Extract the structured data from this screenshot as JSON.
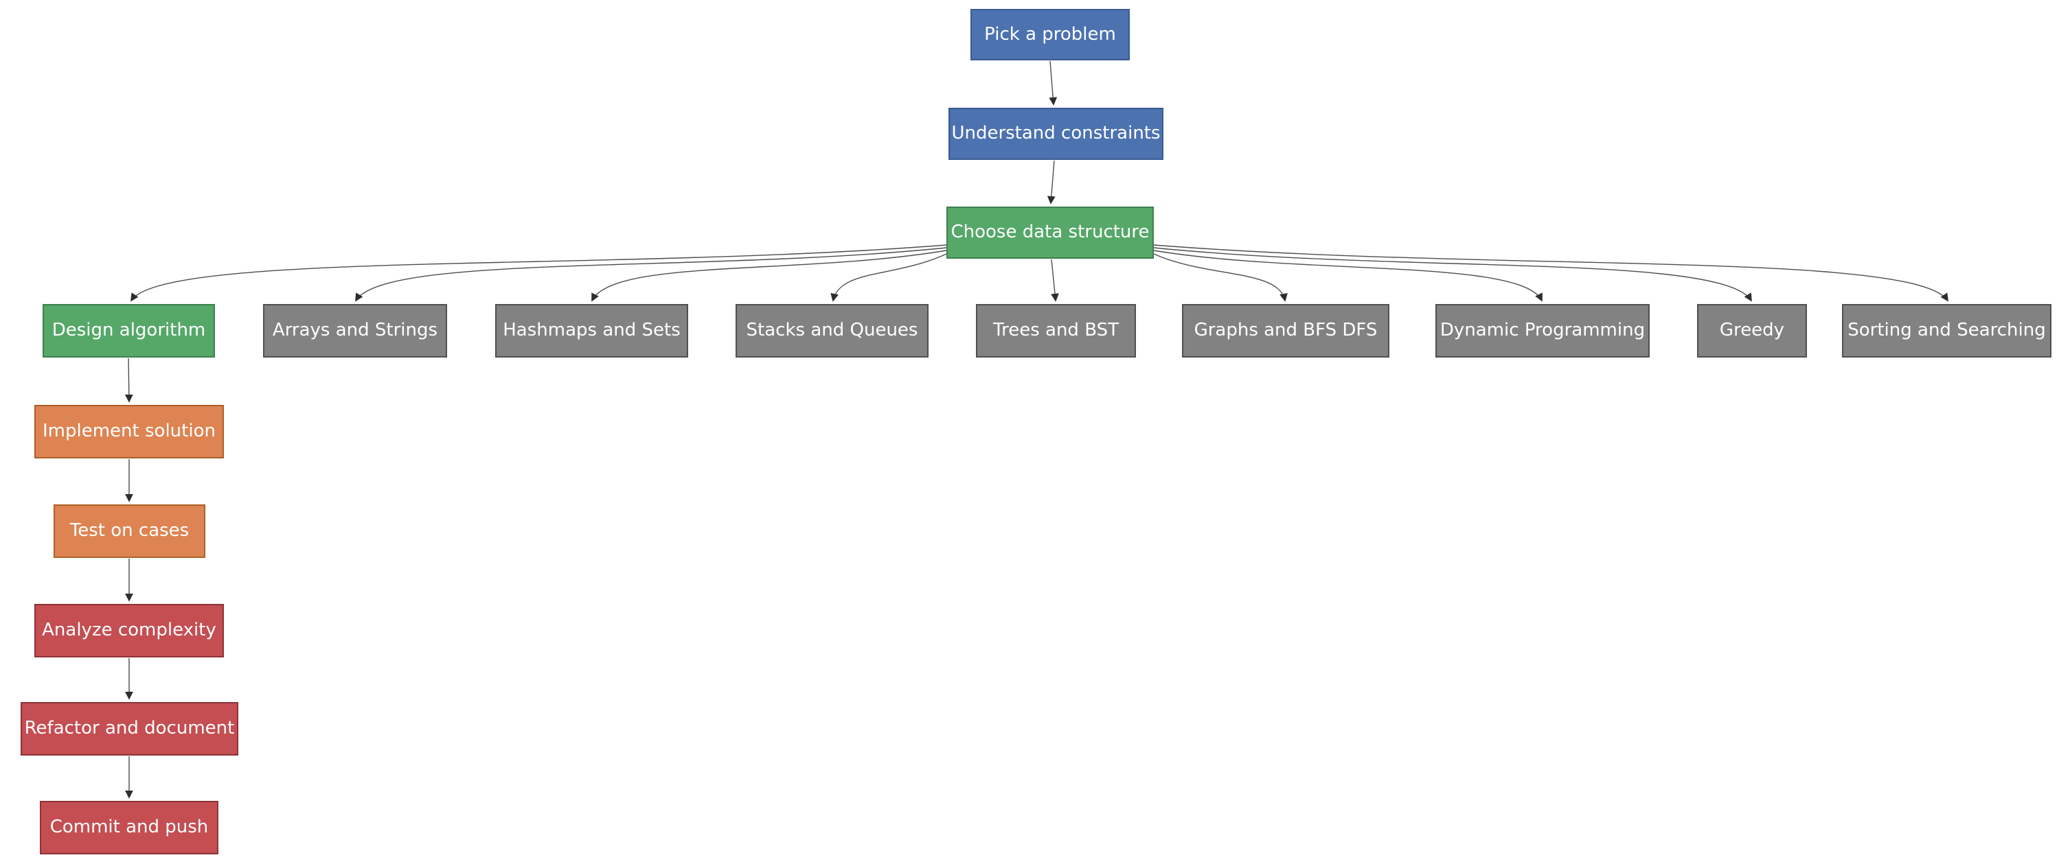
{
  "diagram": {
    "background": "#ffffff",
    "edge_color": "#4d4d4d",
    "arrow_color": "#2e2e2e",
    "text_color": "#ffffff",
    "nodes": {
      "pick": {
        "label": "Pick a problem",
        "fill": "#4c72b0",
        "stroke": "#3a5a94"
      },
      "understand": {
        "label": "Understand constraints",
        "fill": "#4c72b0",
        "stroke": "#3a5a94"
      },
      "choose": {
        "label": "Choose data structure",
        "fill": "#55a868",
        "stroke": "#3d7f4d"
      },
      "design": {
        "label": "Design algorithm",
        "fill": "#55a868",
        "stroke": "#3d7f4d"
      },
      "arrays": {
        "label": "Arrays and Strings",
        "fill": "#828282",
        "stroke": "#4f4f4f"
      },
      "hashmaps": {
        "label": "Hashmaps and Sets",
        "fill": "#828282",
        "stroke": "#4f4f4f"
      },
      "stacks": {
        "label": "Stacks and Queues",
        "fill": "#828282",
        "stroke": "#4f4f4f"
      },
      "trees": {
        "label": "Trees and BST",
        "fill": "#828282",
        "stroke": "#4f4f4f"
      },
      "graphs": {
        "label": "Graphs and BFS DFS",
        "fill": "#828282",
        "stroke": "#4f4f4f"
      },
      "dynamic": {
        "label": "Dynamic Programming",
        "fill": "#828282",
        "stroke": "#4f4f4f"
      },
      "greedy": {
        "label": "Greedy",
        "fill": "#828282",
        "stroke": "#4f4f4f"
      },
      "sorting": {
        "label": "Sorting and Searching",
        "fill": "#828282",
        "stroke": "#4f4f4f"
      },
      "implement": {
        "label": "Implement solution",
        "fill": "#dd8452",
        "stroke": "#ad5f28"
      },
      "test": {
        "label": "Test on cases",
        "fill": "#dd8452",
        "stroke": "#ad5f28"
      },
      "analyze": {
        "label": "Analyze complexity",
        "fill": "#c44e52",
        "stroke": "#8e3338"
      },
      "refactor": {
        "label": "Refactor and document",
        "fill": "#c44e52",
        "stroke": "#8e3338"
      },
      "commit": {
        "label": "Commit and push",
        "fill": "#c44e52",
        "stroke": "#8e3338"
      }
    },
    "edges": [
      {
        "from": "pick",
        "to": "understand"
      },
      {
        "from": "understand",
        "to": "choose"
      },
      {
        "from": "choose",
        "to": "design"
      },
      {
        "from": "choose",
        "to": "arrays"
      },
      {
        "from": "choose",
        "to": "hashmaps"
      },
      {
        "from": "choose",
        "to": "stacks"
      },
      {
        "from": "choose",
        "to": "trees"
      },
      {
        "from": "choose",
        "to": "graphs"
      },
      {
        "from": "choose",
        "to": "dynamic"
      },
      {
        "from": "choose",
        "to": "greedy"
      },
      {
        "from": "choose",
        "to": "sorting"
      },
      {
        "from": "design",
        "to": "implement"
      },
      {
        "from": "implement",
        "to": "test"
      },
      {
        "from": "test",
        "to": "analyze"
      },
      {
        "from": "analyze",
        "to": "refactor"
      },
      {
        "from": "refactor",
        "to": "commit"
      }
    ]
  }
}
